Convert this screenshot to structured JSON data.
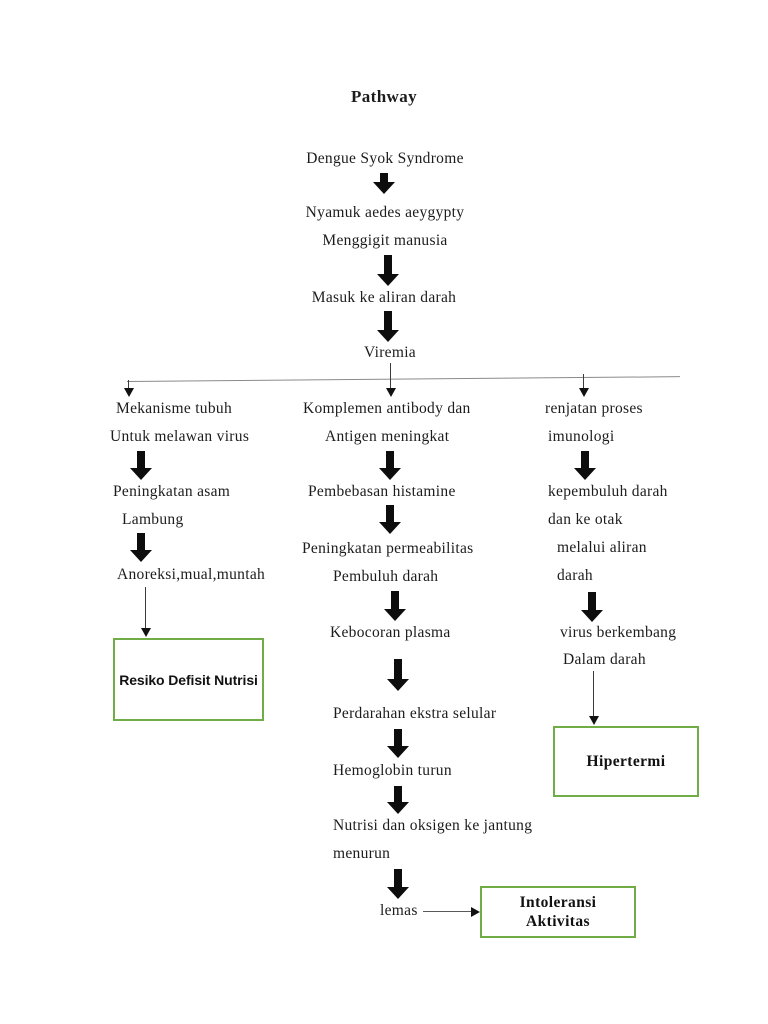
{
  "document": {
    "title": "Pathway"
  },
  "colors": {
    "outcome_box_border": "#70ad47",
    "text": "#1c1c1c",
    "arrow": "#0d0d0d"
  },
  "flowchart": {
    "top_chain": {
      "dengue": "Dengue Syok Syndrome",
      "nyamuk": "Nyamuk aedes aeygypty",
      "menggigit": "Menggigit manusia",
      "masuk": "Masuk ke aliran darah",
      "viremia": "Viremia"
    },
    "left_branch": {
      "mekanisme": "Mekanisme tubuh",
      "melawan": "Untuk melawan virus",
      "asam": "Peningkatan asam",
      "lambung": "Lambung",
      "anoreksi": "Anoreksi,mual,muntah",
      "outcome": "Resiko Defisit Nutrisi"
    },
    "center_branch": {
      "komplemen": "Komplemen antibody dan",
      "antigen": "Antigen meningkat",
      "histamine": "Pembebasan histamine",
      "permeabilitas": "Peningkatan permeabilitas",
      "pembuluh": "Pembuluh darah",
      "kebocoran": "Kebocoran plasma",
      "perdarahan": "Perdarahan ekstra selular",
      "hemoglobin": "Hemoglobin turun",
      "nutrisi": "Nutrisi dan oksigen ke jantung",
      "menurun": "menurun",
      "lemas": "lemas",
      "outcome": "Intoleransi Aktivitas"
    },
    "right_branch": {
      "renjatan": "renjatan proses",
      "imunologi": "imunologi",
      "kepembuluh": "kepembuluh darah",
      "otak": "dan ke otak",
      "melalui": "melalui aliran",
      "darah": "darah",
      "virus": "virus berkembang",
      "dalam": "Dalam darah",
      "outcome": "Hipertermi"
    }
  }
}
